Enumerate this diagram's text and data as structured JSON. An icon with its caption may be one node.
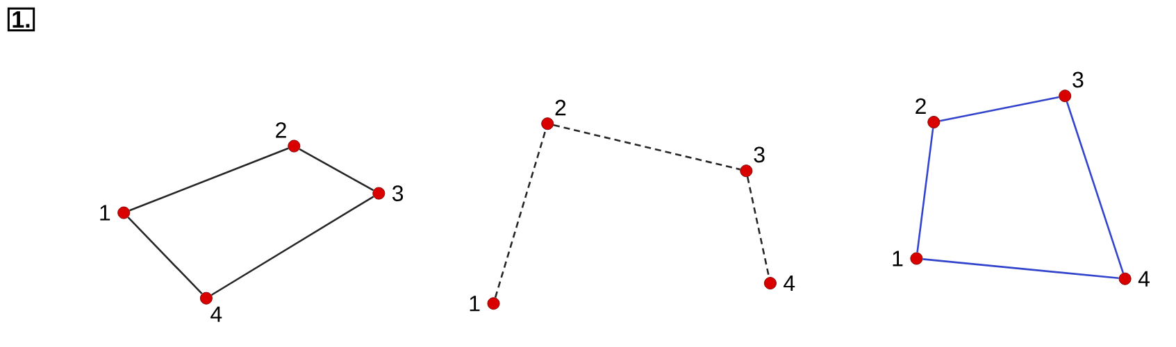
{
  "diagram": {
    "nodes": [
      {
        "text": [],
        "shape": "circle",
        "beside": [
          "1"
        ]
      },
      {
        "text": [],
        "shape": "circle",
        "beside": [
          "2"
        ]
      },
      {
        "text": [],
        "shape": "circle",
        "beside": [
          "3"
        ]
      },
      {
        "text": [],
        "shape": "circle",
        "beside": [
          "4"
        ]
      },
      {
        "text": [],
        "shape": "circle",
        "beside": [
          "1"
        ]
      },
      {
        "text": [],
        "shape": "circle",
        "beside": [
          "2"
        ]
      },
      {
        "text": [],
        "shape": "circle",
        "beside": [
          "3"
        ]
      },
      {
        "text": [],
        "shape": "circle",
        "beside": [
          "4"
        ]
      },
      {
        "text": [],
        "shape": "circle",
        "beside": [
          "1"
        ]
      },
      {
        "text": [],
        "shape": "circle",
        "beside": [
          "2"
        ]
      },
      {
        "text": [],
        "shape": "circle",
        "beside": [
          "3"
        ]
      },
      {
        "text": [],
        "shape": "circle",
        "beside": [
          "4"
        ]
      }
    ],
    "edges": [
      {
        "from": 0,
        "to": 1,
        "arrow": "none"
      },
      {
        "from": 1,
        "to": 2,
        "arrow": "none"
      },
      {
        "from": 2,
        "to": 3,
        "arrow": "none"
      },
      {
        "from": 3,
        "to": 0,
        "arrow": "none"
      },
      {
        "from": 4,
        "to": 5,
        "arrow": "none",
        "style": "dashed"
      },
      {
        "from": 5,
        "to": 6,
        "arrow": "none",
        "style": "dashed"
      },
      {
        "from": 6,
        "to": 7,
        "arrow": "none",
        "style": "dashed"
      },
      {
        "from": 8,
        "to": 9,
        "arrow": "none",
        "color": "#3344cc"
      },
      {
        "from": 9,
        "to": 10,
        "arrow": "none",
        "color": "#3344cc"
      },
      {
        "from": 10,
        "to": 11,
        "arrow": "none",
        "color": "#3344cc"
      },
      {
        "from": 11,
        "to": 8,
        "arrow": "none",
        "color": "#3344cc"
      }
    ],
    "labels": [
      "1."
    ]
  }
}
